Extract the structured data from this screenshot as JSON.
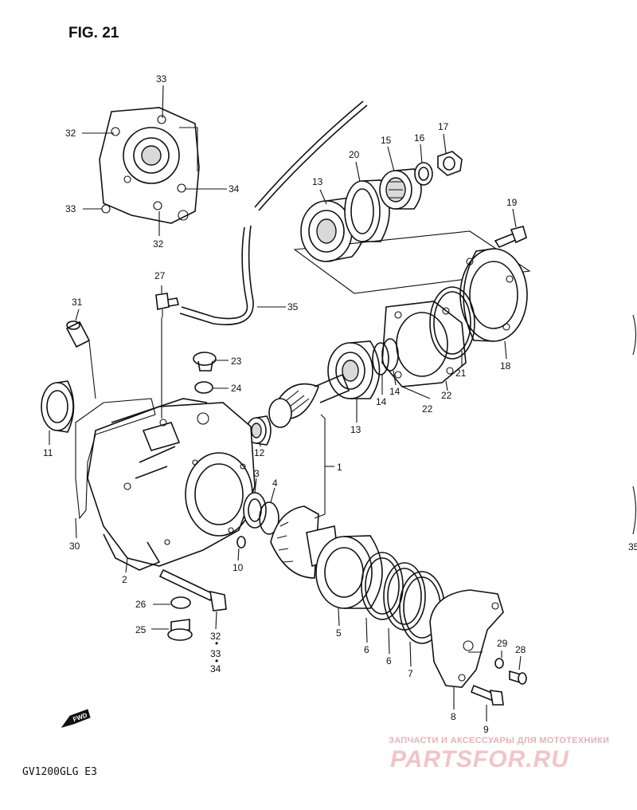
{
  "figure": {
    "title": "FIG. 21",
    "model": "GV1200GLG E3"
  },
  "watermark": {
    "tagline": "ЗАПЧАСТИ И АКСЕССУАРЫ ДЛЯ МОТОТЕХНИКИ",
    "brand": "PARTSFOR.RU"
  },
  "fwd_badge": "FWD",
  "edge_label": "35",
  "labels": {
    "p1": "1",
    "p2": "2",
    "p3": "3",
    "p4": "4",
    "p5": "5",
    "p6a": "6",
    "p6b": "6",
    "p7": "7",
    "p8": "8",
    "p9": "9",
    "p10": "10",
    "p11": "11",
    "p12": "12",
    "p13a": "13",
    "p13b": "13",
    "p14a": "14",
    "p14b": "14",
    "p15": "15",
    "p16": "16",
    "p17": "17",
    "p18": "18",
    "p19": "19",
    "p20": "20",
    "p21": "21",
    "p22a": "22",
    "p22b": "22",
    "p23": "23",
    "p24": "24",
    "p25": "25",
    "p26": "26",
    "p27": "27",
    "p28": "28",
    "p29": "29",
    "p30": "30",
    "p31": "31",
    "p32a": "32",
    "p32b": "32",
    "p32c": "32",
    "p33a": "33",
    "p33b": "33",
    "p33c": "33",
    "p34a": "34",
    "p34b": "34",
    "p35": "35"
  }
}
